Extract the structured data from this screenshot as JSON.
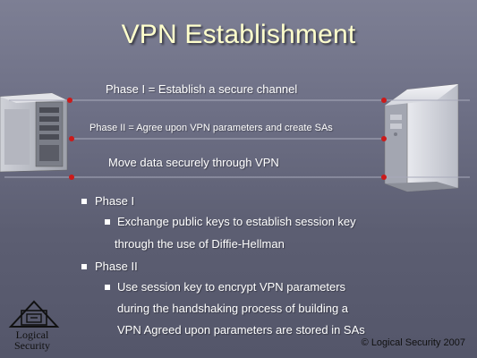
{
  "slide": {
    "title": "VPN Establishment",
    "phases": {
      "phase1": "Phase I = Establish a secure channel",
      "phase2": "Phase II = Agree upon VPN parameters and create SAs",
      "phase3": "Move data securely through VPN"
    },
    "bullets": [
      {
        "text": "Phase I",
        "sub": [
          "Exchange public keys to establish session key",
          "through the use of Diffie-Hellman"
        ]
      },
      {
        "text": "Phase II",
        "sub": [
          "Use session key to encrypt VPN parameters",
          "during the handshaking process of building a",
          "VPN Agreed upon parameters are stored in SAs"
        ]
      }
    ],
    "logo": {
      "line1": "Logical",
      "line2": "Security"
    },
    "copyright": "© Logical Security 2007",
    "colors": {
      "title": "#ffffcc",
      "background": "#6e7086",
      "text": "#ffffff",
      "arrow": "#cc1a1a"
    }
  }
}
